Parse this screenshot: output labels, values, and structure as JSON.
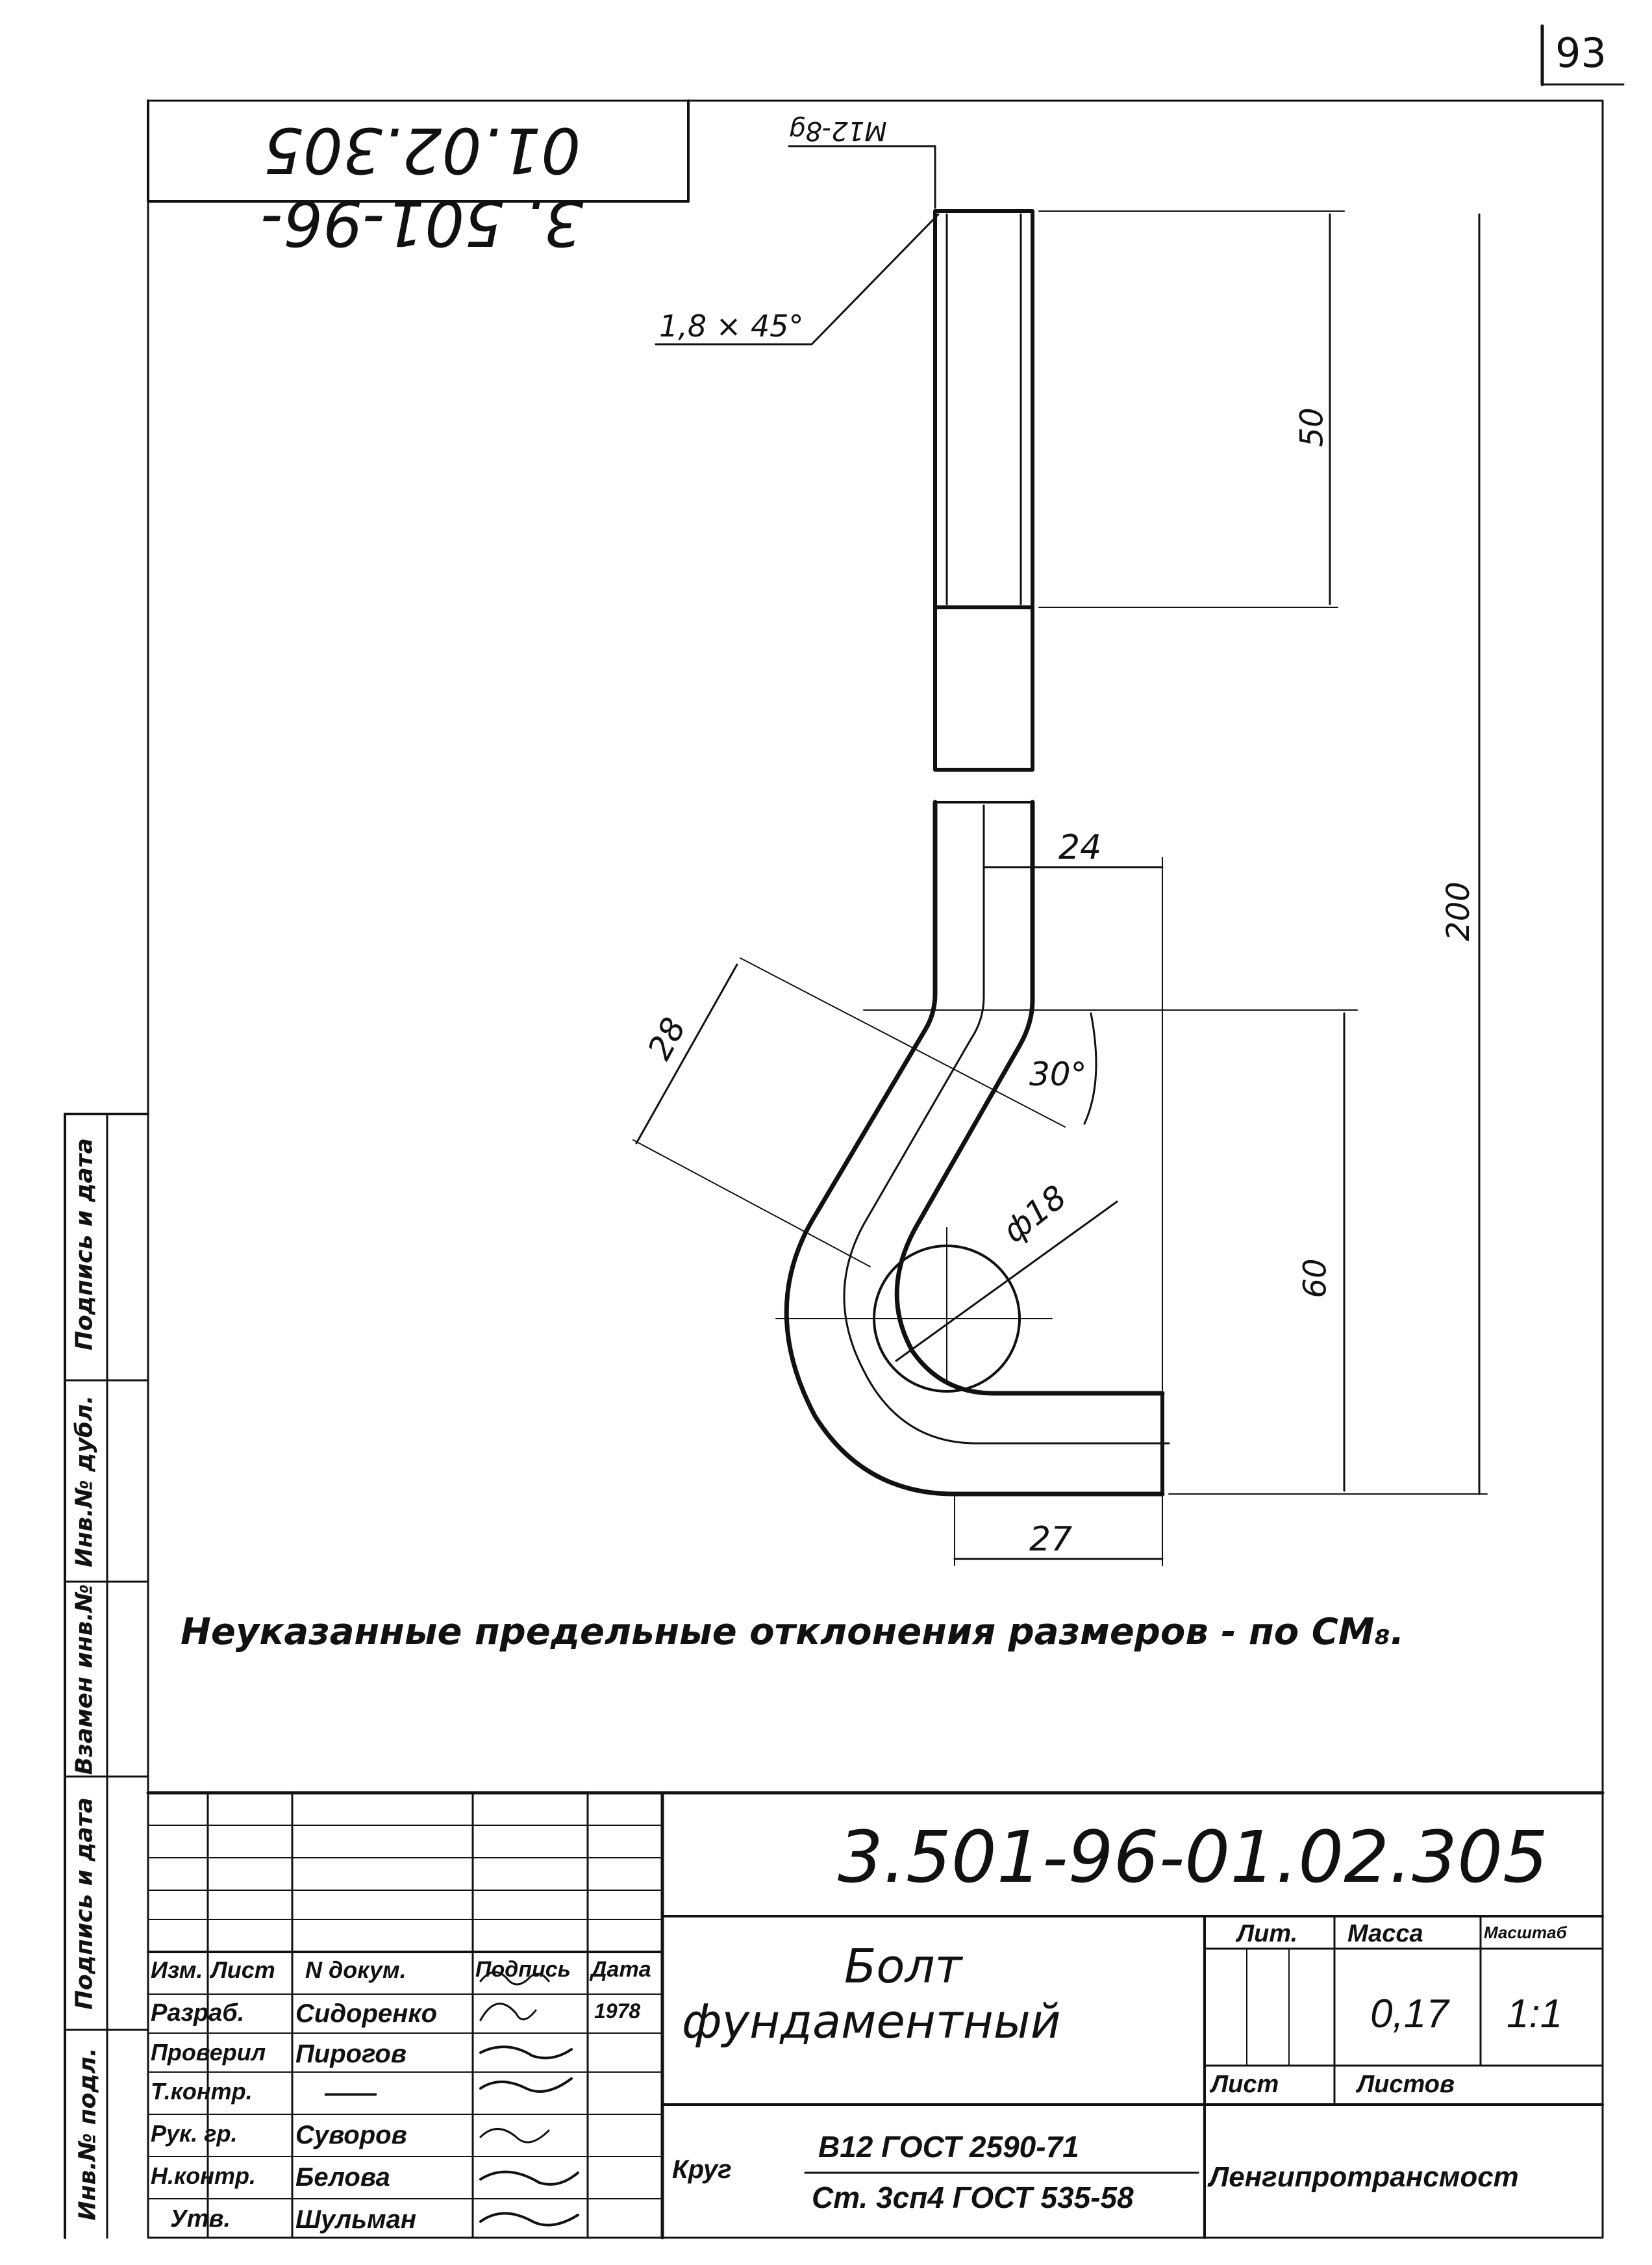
{
  "sheet": {
    "page_number": "93",
    "doc_code_mirrored": "3. 501-96-01.02.305",
    "thread_spec": "M12-8g",
    "note": "Неуказанные предельные отклонения размеров - по СМ₈."
  },
  "dimensions": {
    "chamfer": "1,8 × 45°",
    "d50": "50",
    "d200": "200",
    "d24": "24",
    "d28": "28",
    "d30": "30°",
    "d18": "ф18",
    "d60": "60",
    "d27": "27"
  },
  "left_strip": {
    "s1": "Подпись и дата",
    "s2": "Инв.№ дубл.",
    "s3": "Взамен инв.№",
    "s4": "Подпись и дата",
    "s5": "Инв.№ подл."
  },
  "title_block": {
    "doc_code": "3.501-96-01.02.305",
    "name_line1": "Болт",
    "name_line2": "фундаментный",
    "lit_label": "Лит.",
    "mass_label": "Масса",
    "scale_label": "Масштаб",
    "mass_value": "0,17",
    "scale_value": "1:1",
    "sheet_label": "Лист",
    "sheets_label": "Листов",
    "material_label": "Круг",
    "material_line1": "В12  ГОСТ 2590-71",
    "material_line2": "Ст. 3сп4 ГОСТ 535-58",
    "organization": "Ленгипротрансмост",
    "header": {
      "izm": "Изм.",
      "list": "Лист",
      "ndoc": "N докум.",
      "sign": "Подпись",
      "date": "Дата"
    },
    "rows": [
      {
        "role": "Разраб.",
        "name": "Сидоренко",
        "date": "1978"
      },
      {
        "role": "Проверил",
        "name": "Пирогов",
        "date": ""
      },
      {
        "role": "Т.контр.",
        "name": "——",
        "date": ""
      },
      {
        "role": "Рук. гр.",
        "name": "Суворов",
        "date": ""
      },
      {
        "role": "Н.контр.",
        "name": "Белова",
        "date": ""
      },
      {
        "role": "Утв.",
        "name": "Шульман",
        "date": ""
      }
    ]
  }
}
